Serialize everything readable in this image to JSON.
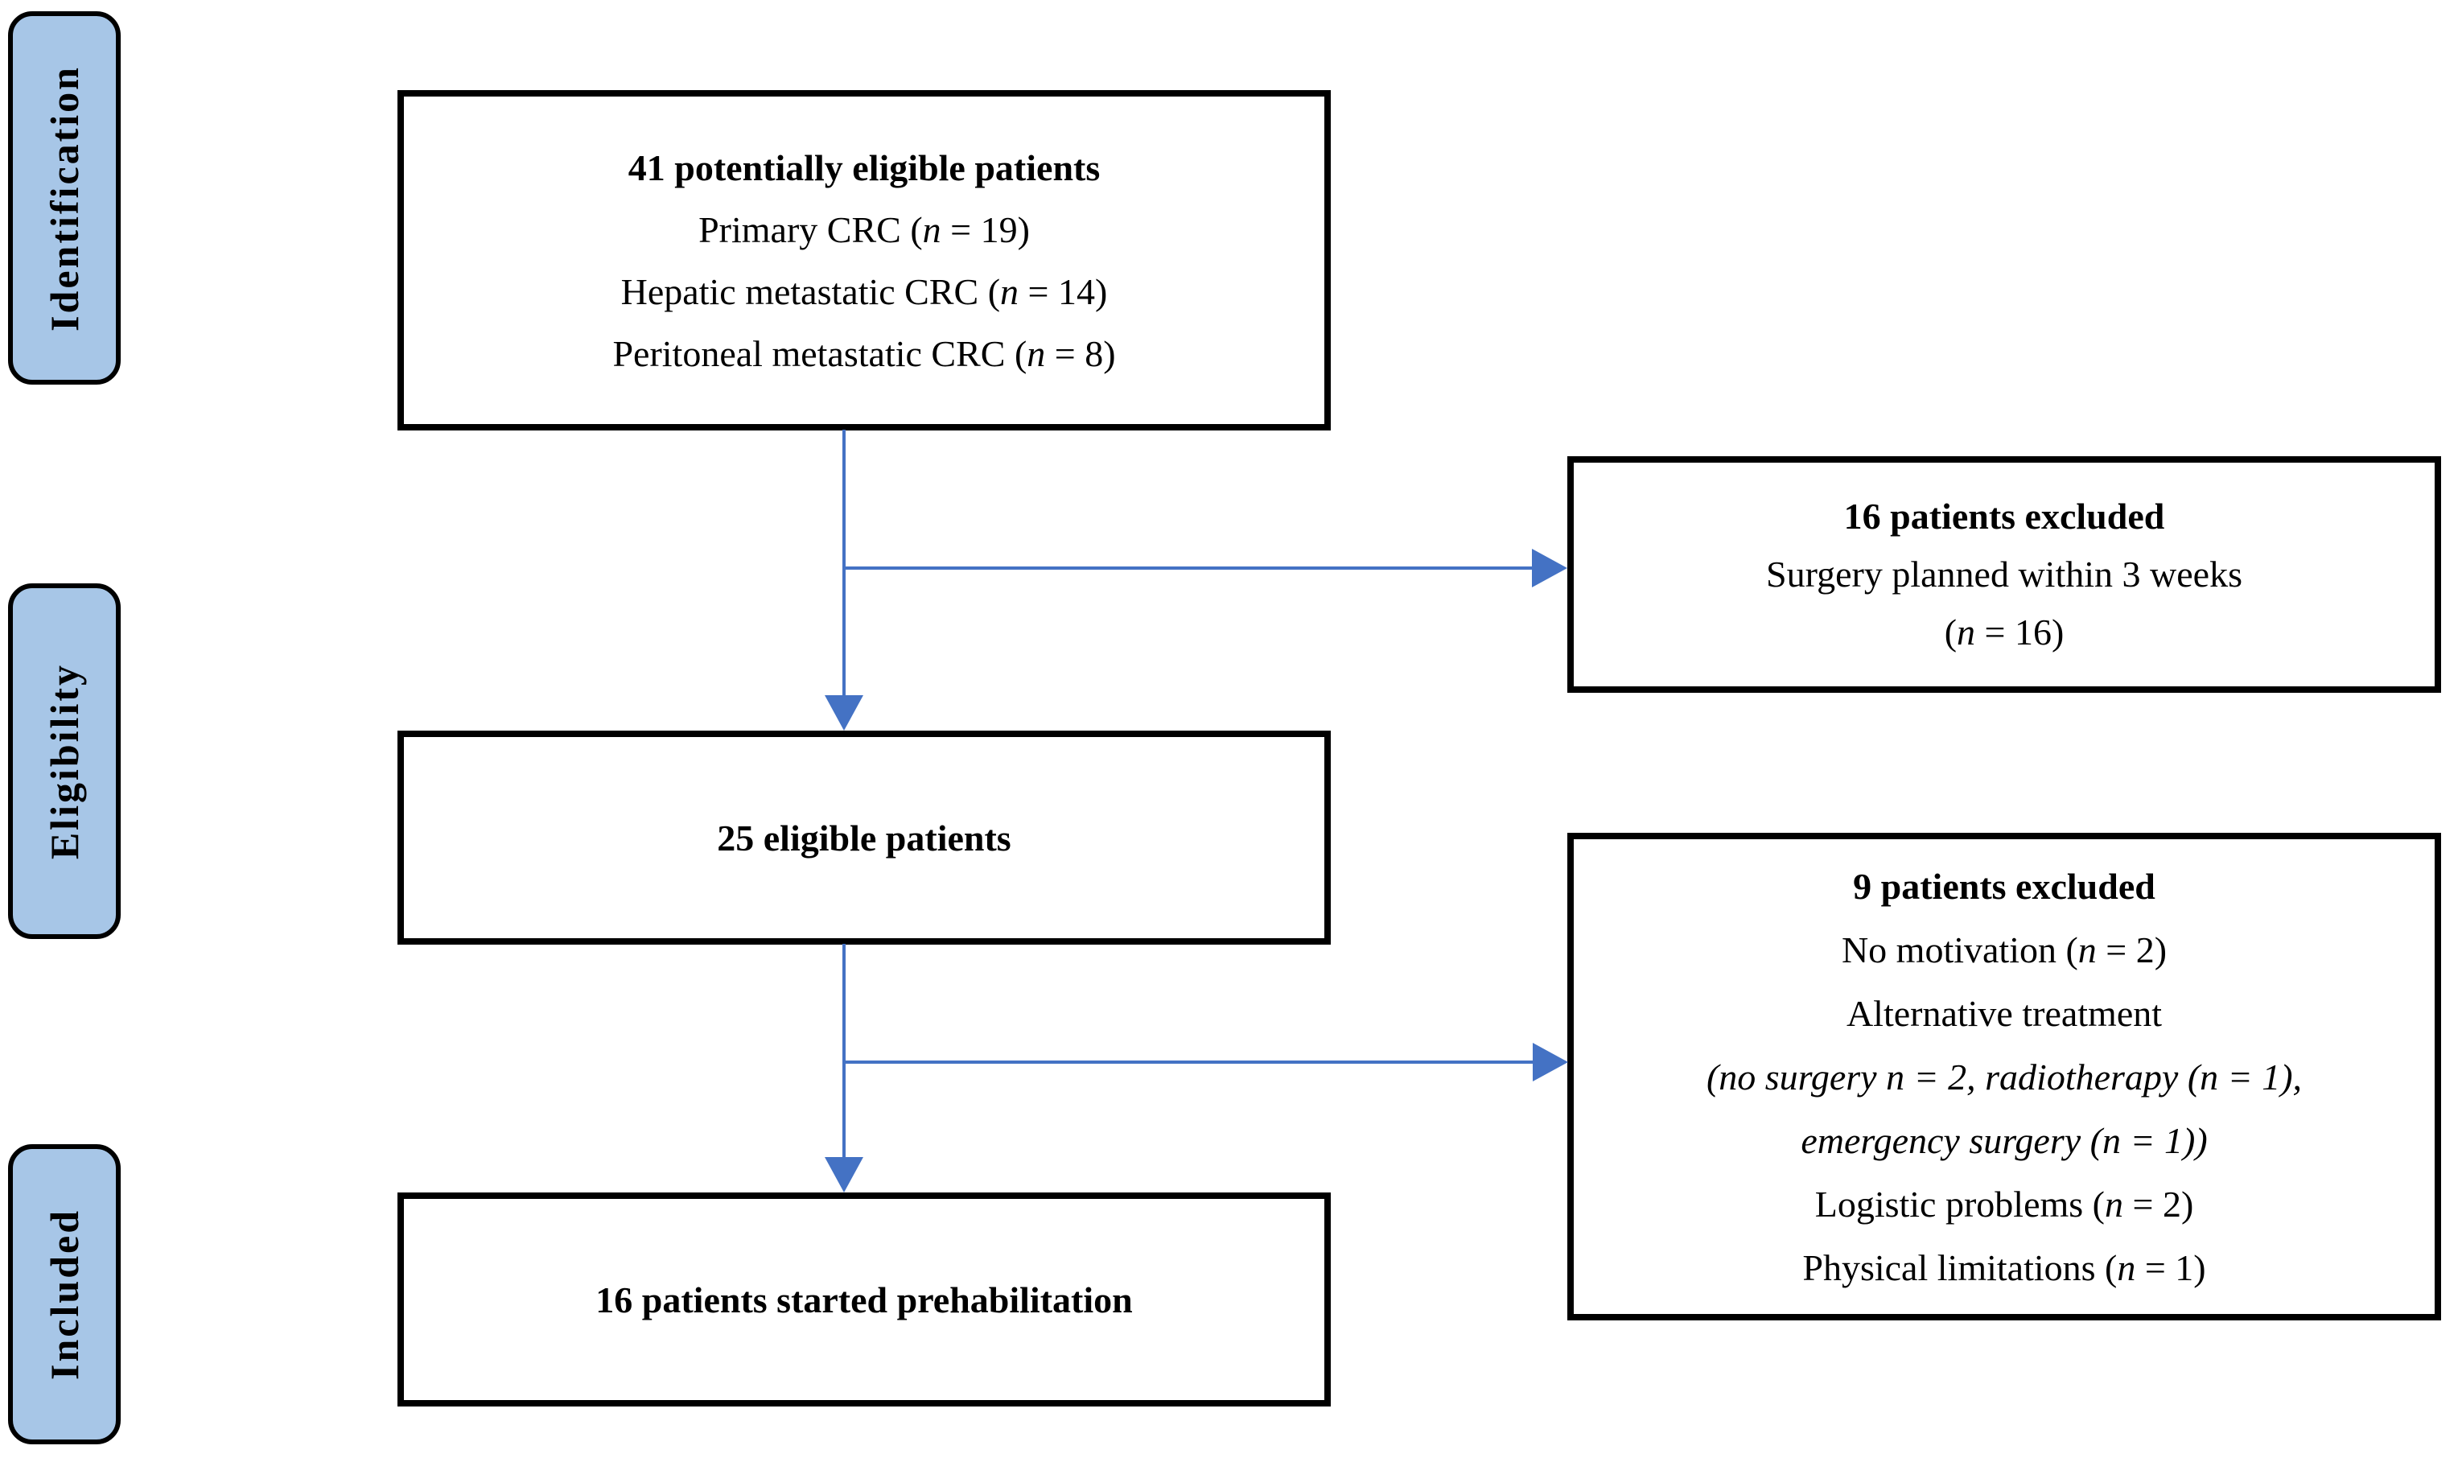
{
  "figure": {
    "type": "flowchart",
    "colors": {
      "stage_fill": "#A7C6E7",
      "stage_border": "#000000",
      "box_border": "#000000",
      "arrow": "#4472C4",
      "background": "#FFFFFF",
      "text": "#000000"
    },
    "stages": [
      {
        "label": "Identification"
      },
      {
        "label": "Eligibility"
      },
      {
        "label": "Included"
      }
    ],
    "nodes": {
      "pool": {
        "lines": [
          {
            "segments": [
              {
                "t": "41 potentially eligible patients"
              }
            ]
          },
          {
            "segments": [
              {
                "t": "Primary CRC ("
              },
              {
                "t": "n",
                "i": 1
              },
              {
                "t": " = 19)"
              }
            ]
          },
          {
            "segments": [
              {
                "t": "Hepatic metastatic CRC ("
              },
              {
                "t": "n",
                "i": 1
              },
              {
                "t": " = 14)"
              }
            ]
          },
          {
            "segments": [
              {
                "t": "Peritoneal metastatic CRC ("
              },
              {
                "t": "n",
                "i": 1
              },
              {
                "t": " = 8)"
              }
            ]
          }
        ]
      },
      "excluded1": {
        "lines": [
          {
            "segments": [
              {
                "t": "16 patients excluded"
              }
            ]
          },
          {
            "segments": [
              {
                "t": "Surgery planned within 3 weeks"
              }
            ]
          },
          {
            "segments": [
              {
                "t": "("
              },
              {
                "t": "n",
                "i": 1
              },
              {
                "t": " = 16)"
              }
            ]
          }
        ]
      },
      "eligible": {
        "lines": [
          {
            "segments": [
              {
                "t": "25 eligible patients"
              }
            ]
          }
        ]
      },
      "excluded2": {
        "lines": [
          {
            "segments": [
              {
                "t": "9 patients excluded"
              }
            ]
          },
          {
            "segments": [
              {
                "t": "No motivation ("
              },
              {
                "t": "n",
                "i": 1
              },
              {
                "t": " = 2)"
              }
            ]
          },
          {
            "segments": [
              {
                "t": "Alternative treatment"
              }
            ]
          },
          {
            "segments": [
              {
                "t": "(no surgery n = 2, radiotherapy (n = 1),",
                "i": 1
              }
            ]
          },
          {
            "segments": [
              {
                "t": "emergency surgery (n = 1))",
                "i": 1
              }
            ]
          },
          {
            "segments": [
              {
                "t": "Logistic problems ("
              },
              {
                "t": "n",
                "i": 1
              },
              {
                "t": " = 2)"
              }
            ]
          },
          {
            "segments": [
              {
                "t": "Physical limitations ("
              },
              {
                "t": "n",
                "i": 1
              },
              {
                "t": " = 1)"
              }
            ]
          }
        ]
      },
      "prehab": {
        "lines": [
          {
            "segments": [
              {
                "t": "16 patients started prehabilitation"
              }
            ]
          }
        ]
      }
    }
  }
}
